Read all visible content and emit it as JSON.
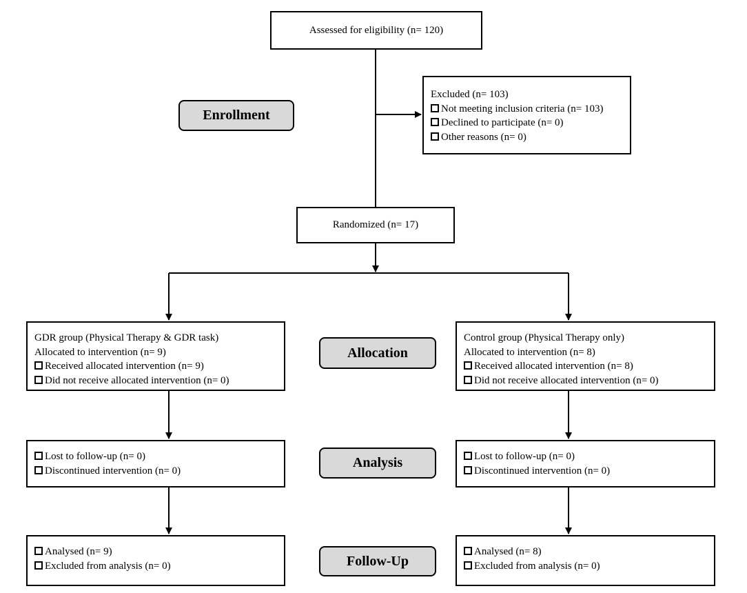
{
  "stages": {
    "enrollment": "Enrollment",
    "allocation": "Allocation",
    "analysis": "Analysis",
    "follow_up": "Follow-Up"
  },
  "assessed": "Assessed for eligibility (n= 120)",
  "excluded": {
    "title": "Excluded  (n= 103)",
    "items": [
      "Not meeting inclusion criteria (n= 103)",
      "Declined to participate (n= 0)",
      "Other reasons (n= 0)"
    ]
  },
  "randomized": "Randomized (n= 17)",
  "gdr": {
    "allocation": {
      "lines": [
        "GDR group (Physical Therapy & GDR task)",
        "Allocated to intervention (n= 9)"
      ],
      "items": [
        "Received allocated intervention (n= 9)",
        "Did not receive allocated intervention (n= 0)"
      ]
    },
    "analysis_items": [
      "Lost to follow-up (n= 0)",
      "Discontinued intervention (n= 0)"
    ],
    "followup_items": [
      "Analysed  (n= 9)",
      "Excluded from analysis (n= 0)"
    ]
  },
  "control": {
    "allocation": {
      "lines": [
        "Control group (Physical Therapy only)",
        "Allocated to intervention (n= 8)"
      ],
      "items": [
        "Received allocated intervention (n= 8)",
        "Did not receive allocated intervention (n= 0)"
      ]
    },
    "analysis_items": [
      "Lost to follow-up (n= 0)",
      "Discontinued intervention (n= 0)"
    ],
    "followup_items": [
      "Analysed  (n= 8)",
      "Excluded from analysis (n= 0)"
    ]
  }
}
